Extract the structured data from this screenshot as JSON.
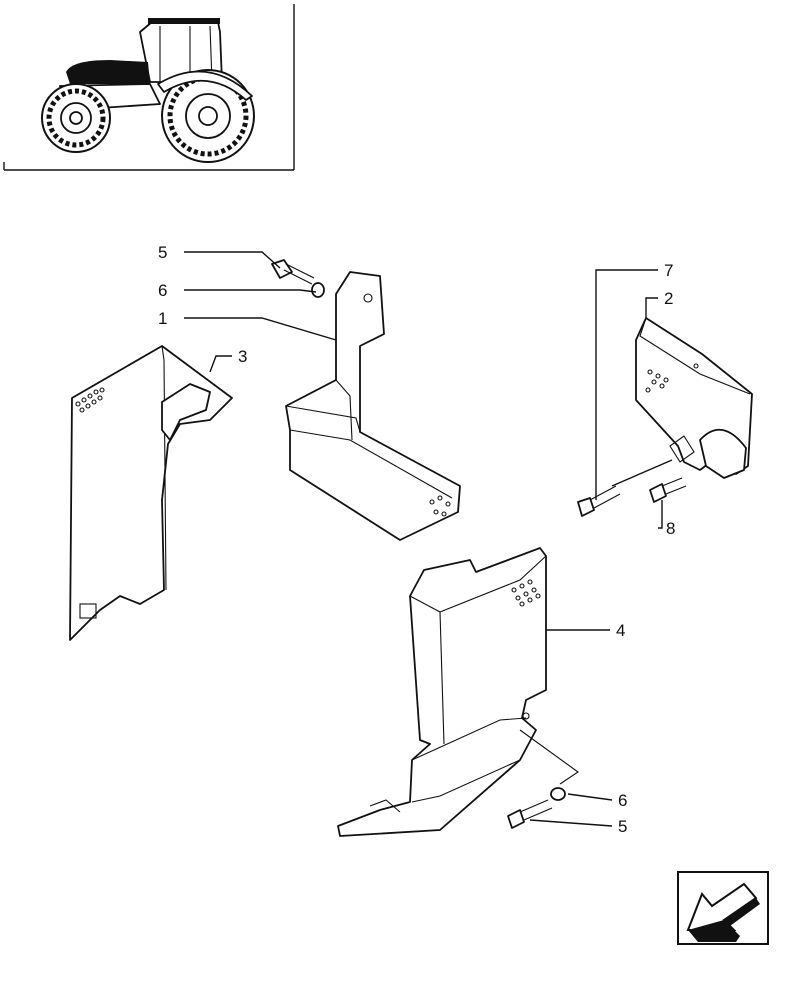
{
  "callouts": [
    {
      "id": "c5a",
      "label": "5"
    },
    {
      "id": "c6a",
      "label": "6"
    },
    {
      "id": "c1",
      "label": "1"
    },
    {
      "id": "c3",
      "label": "3"
    },
    {
      "id": "c7",
      "label": "7"
    },
    {
      "id": "c2",
      "label": "2"
    },
    {
      "id": "c8",
      "label": "8"
    },
    {
      "id": "c4",
      "label": "4"
    },
    {
      "id": "c6b",
      "label": "6"
    },
    {
      "id": "c5b",
      "label": "5"
    }
  ],
  "icons": {
    "thumbnail": "tractor-thumbnail-icon",
    "navigation": "previous-page-arrow-icon"
  }
}
